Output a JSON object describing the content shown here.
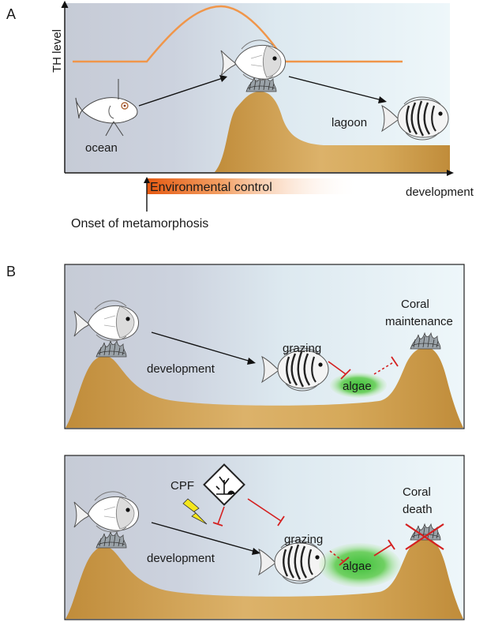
{
  "panel_a": {
    "letter": "A",
    "y_axis_label": "TH level",
    "x_axis_label": "development",
    "environmental_control": "Environmental control",
    "onset": "Onset of metamorphosis",
    "ocean_label": "ocean",
    "lagoon_label": "lagoon",
    "th_curve_color": "#f0964a"
  },
  "panel_b": {
    "letter": "B",
    "healthy": {
      "development_label": "development",
      "grazing_label": "grazing",
      "algae_label": "algae",
      "coral_label_line1": "Coral",
      "coral_label_line2": "maintenance"
    },
    "polluted": {
      "cpf_label": "CPF",
      "development_label": "development",
      "grazing_label": "grazing",
      "algae_label": "algae",
      "coral_label_line1": "Coral",
      "coral_label_line2": "death"
    }
  },
  "colors": {
    "inhibition": "#d42020",
    "reef": "#c99a45",
    "algae": "#55c24a",
    "lightning": "#f4e61c"
  }
}
